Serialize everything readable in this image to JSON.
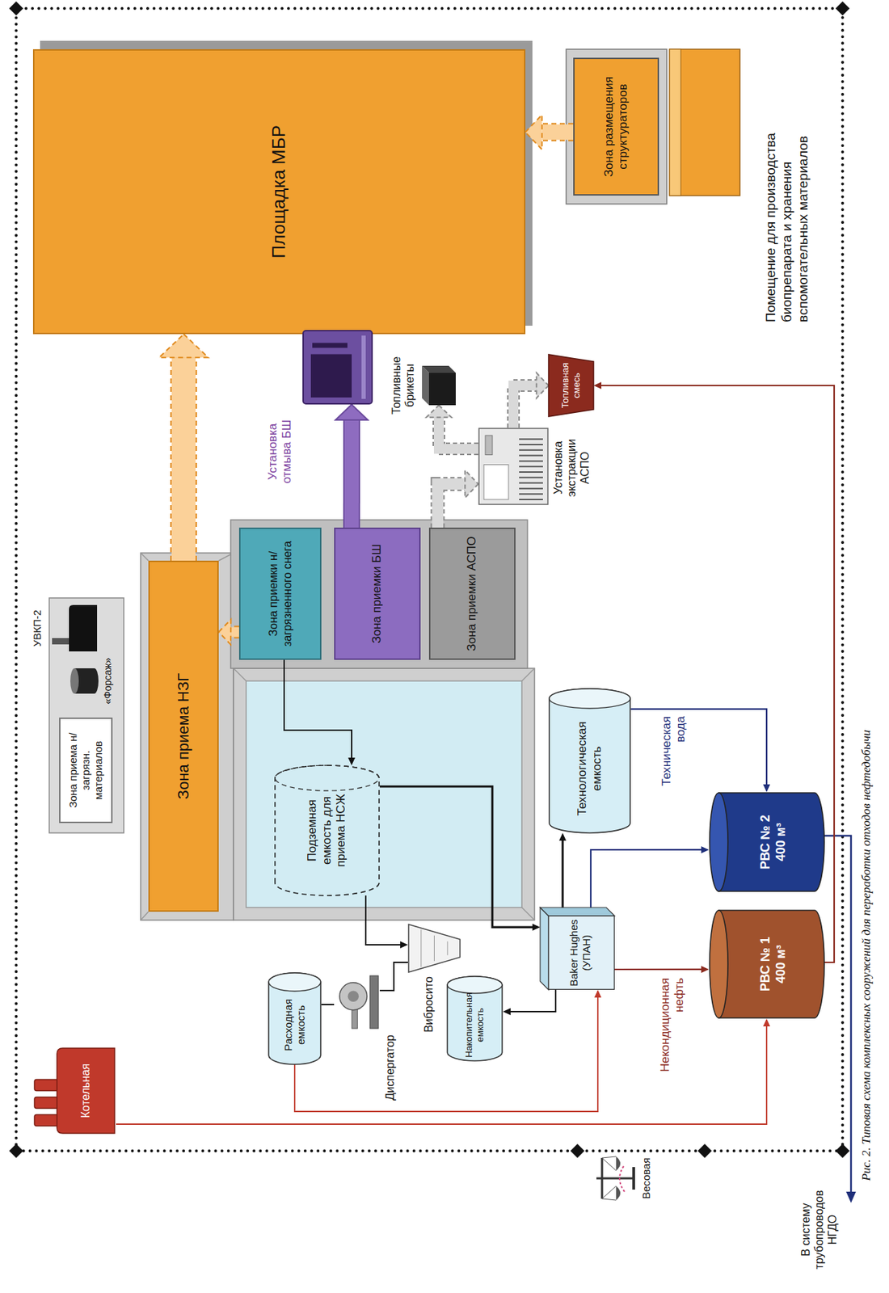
{
  "diagram": {
    "caption": "Рис. 2. Типовая схема комплексных сооружений для переработки отходов нефтедобычи",
    "nodes": [
      {
        "text": [
          "Котельная"
        ]
      },
      {
        "text": [
          "Зона приема н/загрязн. материалов"
        ]
      },
      {
        "text": [
          "Зона приема НЗГ"
        ]
      },
      {
        "text": [
          "Площадка МБР"
        ]
      },
      {
        "text": [
          "Зона размещения структураторов"
        ]
      },
      {
        "text": [
          "Зона приемки н/загрязненного снега"
        ]
      },
      {
        "text": [
          "Зона приемки БШ"
        ]
      },
      {
        "text": [
          "Зона приемки АСПО"
        ]
      },
      {
        "text": [
          "Подземная емкость для приема НСЖ"
        ]
      },
      {
        "text": [
          "Установка отмыва БШ"
        ]
      },
      {
        "text": [
          "Топливные брикеты"
        ]
      },
      {
        "text": [
          "Установка экстракции АСПО"
        ]
      },
      {
        "text": [
          "Топливная смесь"
        ]
      },
      {
        "text": [
          "Технологическая емкость"
        ]
      },
      {
        "text": [
          "Расходная емкость"
        ]
      },
      {
        "text": [
          "Диспергатор"
        ]
      },
      {
        "text": [
          "Вибросито"
        ]
      },
      {
        "text": [
          "Накопительная емкость"
        ]
      },
      {
        "text": [
          "Baker Hughes (УПАН)"
        ]
      },
      {
        "text": [
          "РВС № 1 400 м³"
        ]
      },
      {
        "text": [
          "РВС № 2 400 м³"
        ]
      },
      {
        "text": [
          "Весовая"
        ]
      }
    ],
    "edges": [
      {
        "from": 2,
        "to": 3,
        "arrow": "to"
      },
      {
        "from": 4,
        "to": 3,
        "arrow": "to"
      },
      {
        "from": 5,
        "to": 2,
        "arrow": "to"
      },
      {
        "from": 6,
        "to": 9,
        "arrow": "to"
      },
      {
        "from": 7,
        "to": 11,
        "arrow": "to"
      },
      {
        "from": 11,
        "to": 10,
        "arrow": "to"
      },
      {
        "from": 11,
        "to": 12,
        "arrow": "to"
      },
      {
        "from": 5,
        "to": 8,
        "arrow": "to"
      },
      {
        "from": 8,
        "to": 16,
        "arrow": "to"
      },
      {
        "from": 8,
        "to": 18,
        "arrow": "to"
      },
      {
        "from": 18,
        "to": 13,
        "arrow": "to"
      },
      {
        "from": 18,
        "to": 17,
        "arrow": "to"
      },
      {
        "from": 16,
        "to": 15,
        "arrow": "none"
      },
      {
        "from": 15,
        "to": 14,
        "arrow": "none"
      },
      {
        "from": 14,
        "to": 18,
        "arrow": "to"
      },
      {
        "from": 0,
        "to": 19,
        "arrow": "to"
      },
      {
        "from": 18,
        "to": 19,
        "label": "Некондиционная нефть",
        "arrow": "to"
      },
      {
        "from": 18,
        "to": 20,
        "arrow": "to"
      },
      {
        "from": 13,
        "to": 20,
        "label": "Техническая вода",
        "arrow": "to"
      },
      {
        "from": 19,
        "to": 12,
        "arrow": "to"
      }
    ],
    "labels": [
      "УВКП-2",
      "«Форсаж»",
      "Помещение для производства биопрепарата и хранения вспомогательных материалов",
      "В систему трубопроводов НГДО"
    ]
  }
}
